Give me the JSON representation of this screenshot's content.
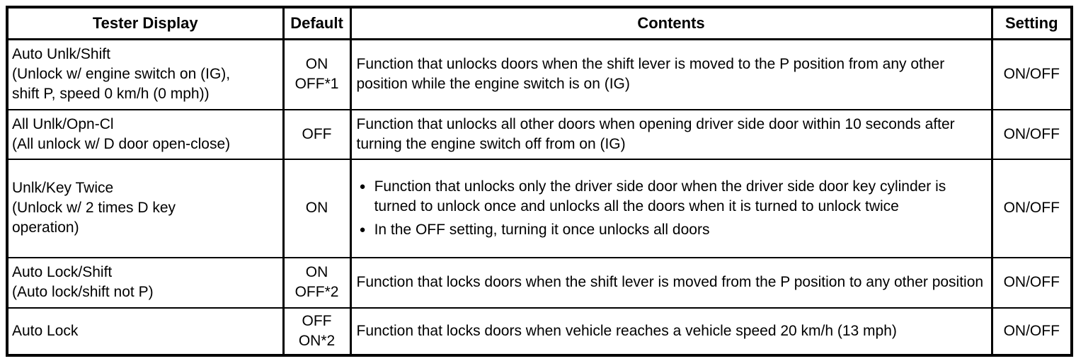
{
  "icons": {
    "bullet": "●"
  },
  "table": {
    "headers": {
      "tester_display": "Tester Display",
      "default": "Default",
      "contents": "Contents",
      "setting": "Setting"
    },
    "rows": [
      {
        "tester_display": "Auto Unlk/Shift\n(Unlock w/ engine switch on (IG),\nshift P, speed 0 km/h (0 mph))",
        "default": "ON\nOFF*1",
        "contents": "Function that unlocks doors when the shift lever is moved to the P position from any other position while the engine switch is on (IG)",
        "setting": "ON/OFF"
      },
      {
        "tester_display": "All Unlk/Opn-Cl\n(All unlock w/ D door open-close)",
        "default": "OFF",
        "contents": "Function that unlocks all other doors when opening driver side door within 10 seconds after turning the engine switch off from on (IG)",
        "setting": "ON/OFF"
      },
      {
        "tester_display": "Unlk/Key Twice\n(Unlock w/ 2 times D key\noperation)",
        "default": "ON",
        "bullets": [
          "Function that unlocks only the driver side door when the driver side door key cylinder is turned to unlock once and unlocks all the doors when it is turned to unlock twice",
          "In the OFF setting, turning it once unlocks all doors"
        ],
        "setting": "ON/OFF"
      },
      {
        "tester_display": "Auto Lock/Shift\n(Auto lock/shift not P)",
        "default": "ON\nOFF*2",
        "contents": "Function that locks doors when the shift lever is moved from the P position to any other position",
        "setting": "ON/OFF"
      },
      {
        "tester_display": "Auto Lock",
        "default": "OFF\nON*2",
        "contents": "Function that locks doors when vehicle reaches a vehicle speed 20 km/h (13 mph)",
        "setting": "ON/OFF"
      }
    ]
  }
}
